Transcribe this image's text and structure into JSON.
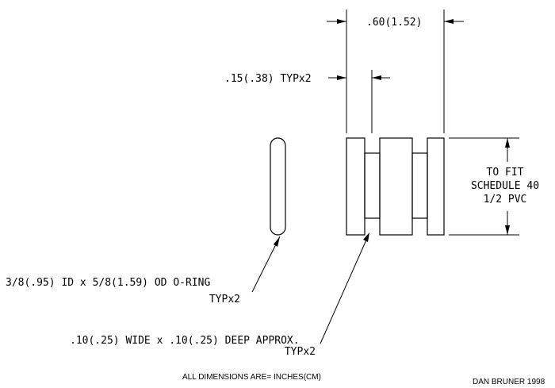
{
  "dimensions": {
    "overall_width": ".60(1.52)",
    "flange_thickness": ".15(.38) TYPx2"
  },
  "fit_note": {
    "line1": "TO FIT",
    "line2": "SCHEDULE 40",
    "line3": "1/2 PVC"
  },
  "oring_note": {
    "line1": "3/8(.95) ID x 5/8(1.59) OD O-RING",
    "line2": "TYPx2"
  },
  "groove_note": {
    "line1": ".10(.25) WIDE x .10(.25) DEEP APPROX.",
    "line2": "TYPx2"
  },
  "units_note": "ALL DIMENSIONS ARE= INCHES(CM)",
  "credit": "DAN BRUNER 1998"
}
